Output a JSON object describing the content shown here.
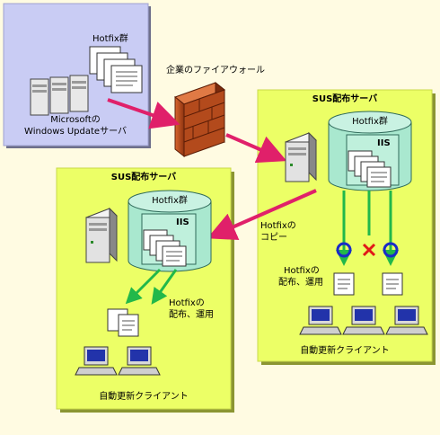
{
  "ms_box": {
    "hotfix_label": "Hotfix群",
    "caption_line1": "Microsoftの",
    "caption_line2": "Windows Updateサーバ"
  },
  "firewall": {
    "label": "企業のファイアウォール"
  },
  "sus_right": {
    "title": "SUS配布サーバ",
    "cylinder_label": "Hotfix群",
    "iis_label": "IIS",
    "dist_line1": "Hotfixの",
    "dist_line2": "配布、運用",
    "clients_label": "自動更新クライアント",
    "ok_mark": "O",
    "ng_mark": "×"
  },
  "copy_label": {
    "line1": "Hotfixの",
    "line2": "コピー"
  },
  "sus_left": {
    "title": "SUS配布サーバ",
    "cylinder_label": "Hotfix群",
    "iis_label": "IIS",
    "dist_line1": "Hotfixの",
    "dist_line2": "配布、運用",
    "clients_label": "自動更新クライアント"
  },
  "colors": {
    "page_bg": "#fffbe2",
    "ms_bg": "#c9ccf4",
    "sus_bg": "#ecff66",
    "cylinder": "#a9e8cf",
    "flow_arrow": "#e0206a",
    "dist_arrow": "#22b84a",
    "ok_mark": "#1a2ac8",
    "ng_mark": "#e01818",
    "firewall": "#b34a1c"
  }
}
